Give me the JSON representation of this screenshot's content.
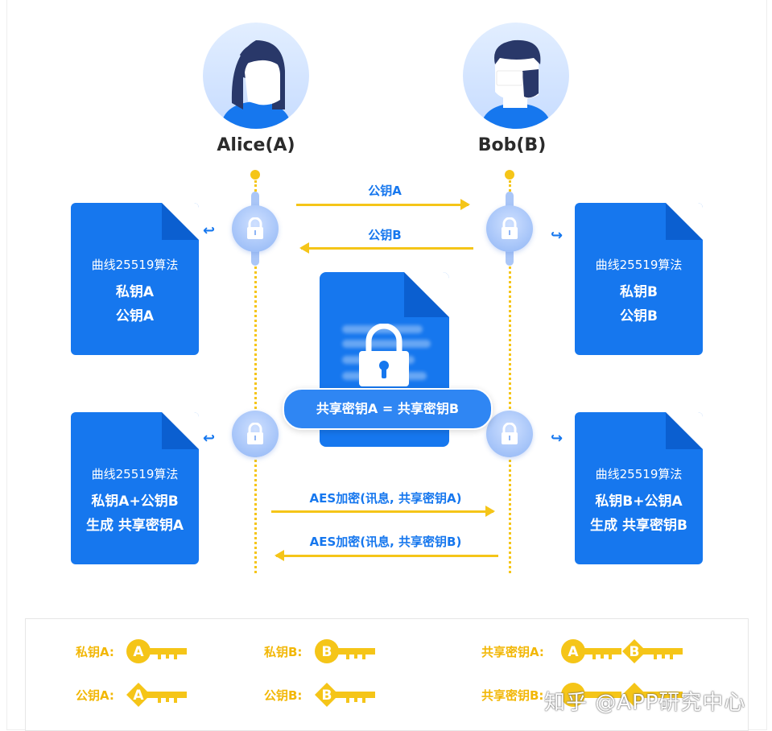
{
  "people": {
    "alice": {
      "name": "Alice(A)"
    },
    "bob": {
      "name": "Bob(B)"
    }
  },
  "arrows": {
    "pubA": "公钥A",
    "pubB": "公钥B",
    "aesA": "AES加密(讯息, 共享密钥A)",
    "aesB": "AES加密(讯息, 共享密钥B)"
  },
  "cards": {
    "alice_top": {
      "l1": "曲线25519算法",
      "l2": "私钥A",
      "l3": "公钥A"
    },
    "bob_top": {
      "l1": "曲线25519算法",
      "l2": "私钥B",
      "l3": "公钥B"
    },
    "alice_bottom": {
      "l1": "曲线25519算法",
      "l2": "私钥A+公钥B",
      "l3": "生成 共享密钥A"
    },
    "bob_bottom": {
      "l1": "曲线25519算法",
      "l2": "私钥B+公钥A",
      "l3": "生成 共享密钥B"
    }
  },
  "center": {
    "label": "共享密钥A = 共享密钥B"
  },
  "legend": {
    "privA": {
      "label": "私钥A:",
      "letter": "A"
    },
    "pubA": {
      "label": "公钥A:",
      "letter": "A"
    },
    "privB": {
      "label": "私钥B:",
      "letter": "B"
    },
    "pubB": {
      "label": "公钥B:",
      "letter": "B"
    },
    "sharedA": {
      "label": "共享密钥A:",
      "letter1": "A",
      "letter2": "B"
    },
    "sharedB": {
      "label": "共享密钥B:"
    }
  },
  "watermark": "知乎 @APP研究中心",
  "colors": {
    "blue": "#1677ee",
    "yellow": "#f5c518",
    "gold": "#f2b706"
  }
}
